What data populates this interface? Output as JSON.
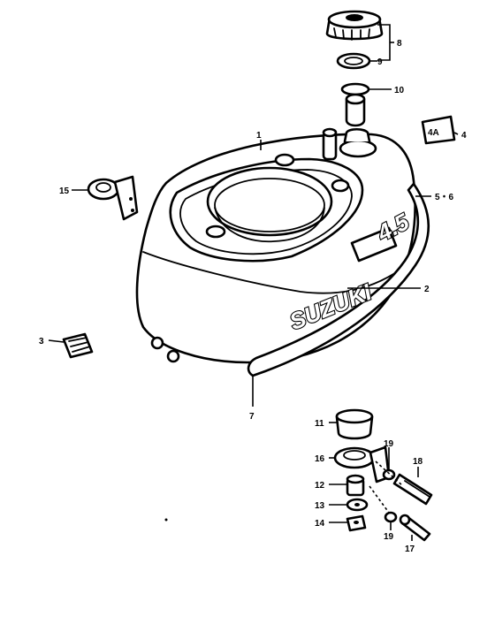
{
  "diagram": {
    "brand_text": "SUZUKI",
    "model_text": "4.5",
    "callouts": {
      "c1": "1",
      "c2": "2",
      "c3": "3",
      "c4": "4",
      "c56": "5・6",
      "c7": "7",
      "c8": "8",
      "c9": "9",
      "c10": "10",
      "c11": "11",
      "c12": "12",
      "c13": "13",
      "c14": "14",
      "c15": "15",
      "c16": "16",
      "c17": "17",
      "c18": "18",
      "c19a": "19",
      "c19b": "19"
    }
  }
}
